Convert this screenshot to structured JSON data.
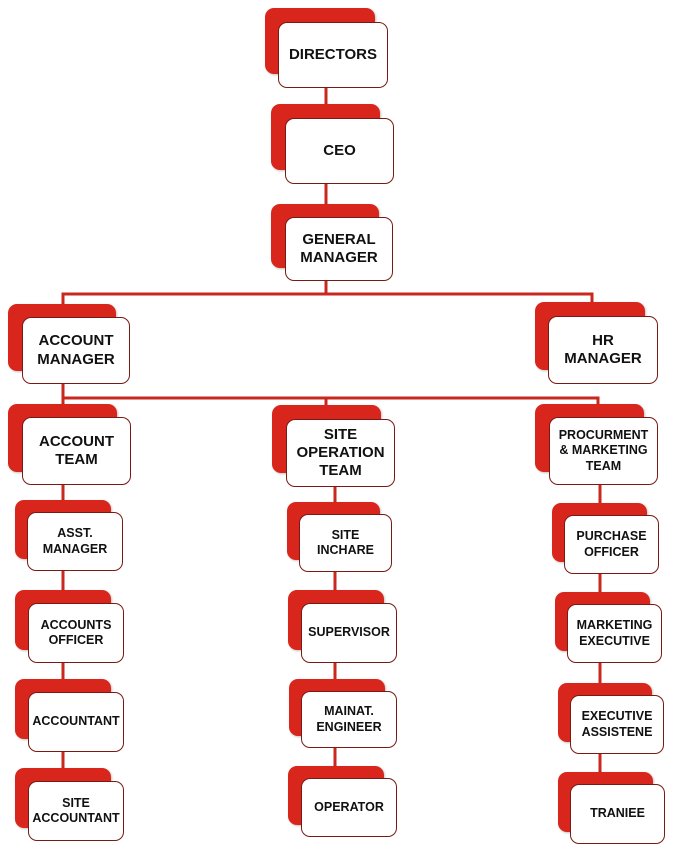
{
  "colors": {
    "accent": "#d9261c",
    "border": "#7a1a14",
    "line": "#c8281e",
    "text": "#111111"
  },
  "nodes": {
    "directors": "DIRECTORS",
    "ceo": "CEO",
    "general_manager": "GENERAL\nMANAGER",
    "account_manager": "ACCOUNT\nMANAGER",
    "hr_manager": "HR\nMANAGER",
    "account_team": "ACCOUNT\nTEAM",
    "site_operation_team": "SITE\nOPERATION\nTEAM",
    "procurement_marketing_team": "PROCURMENT\n& MARKETING\nTEAM",
    "asst_manager": "ASST.\nMANAGER",
    "accounts_officer": "ACCOUNTS\nOFFICER",
    "accountant": "ACCOUNTANT",
    "site_accountant": "SITE\nACCOUNTANT",
    "site_incharge": "SITE\nINCHARE",
    "supervisor": "SUPERVISOR",
    "maintenance_engineer": "MAINAT.\nENGINEER",
    "operator": "OPERATOR",
    "purchase_officer": "PURCHASE\nOFFICER",
    "marketing_executive": "MARKETING\nEXECUTIVE",
    "executive_assistant": "EXECUTIVE\nASSISTENE",
    "trainee": "TRANIEE"
  }
}
